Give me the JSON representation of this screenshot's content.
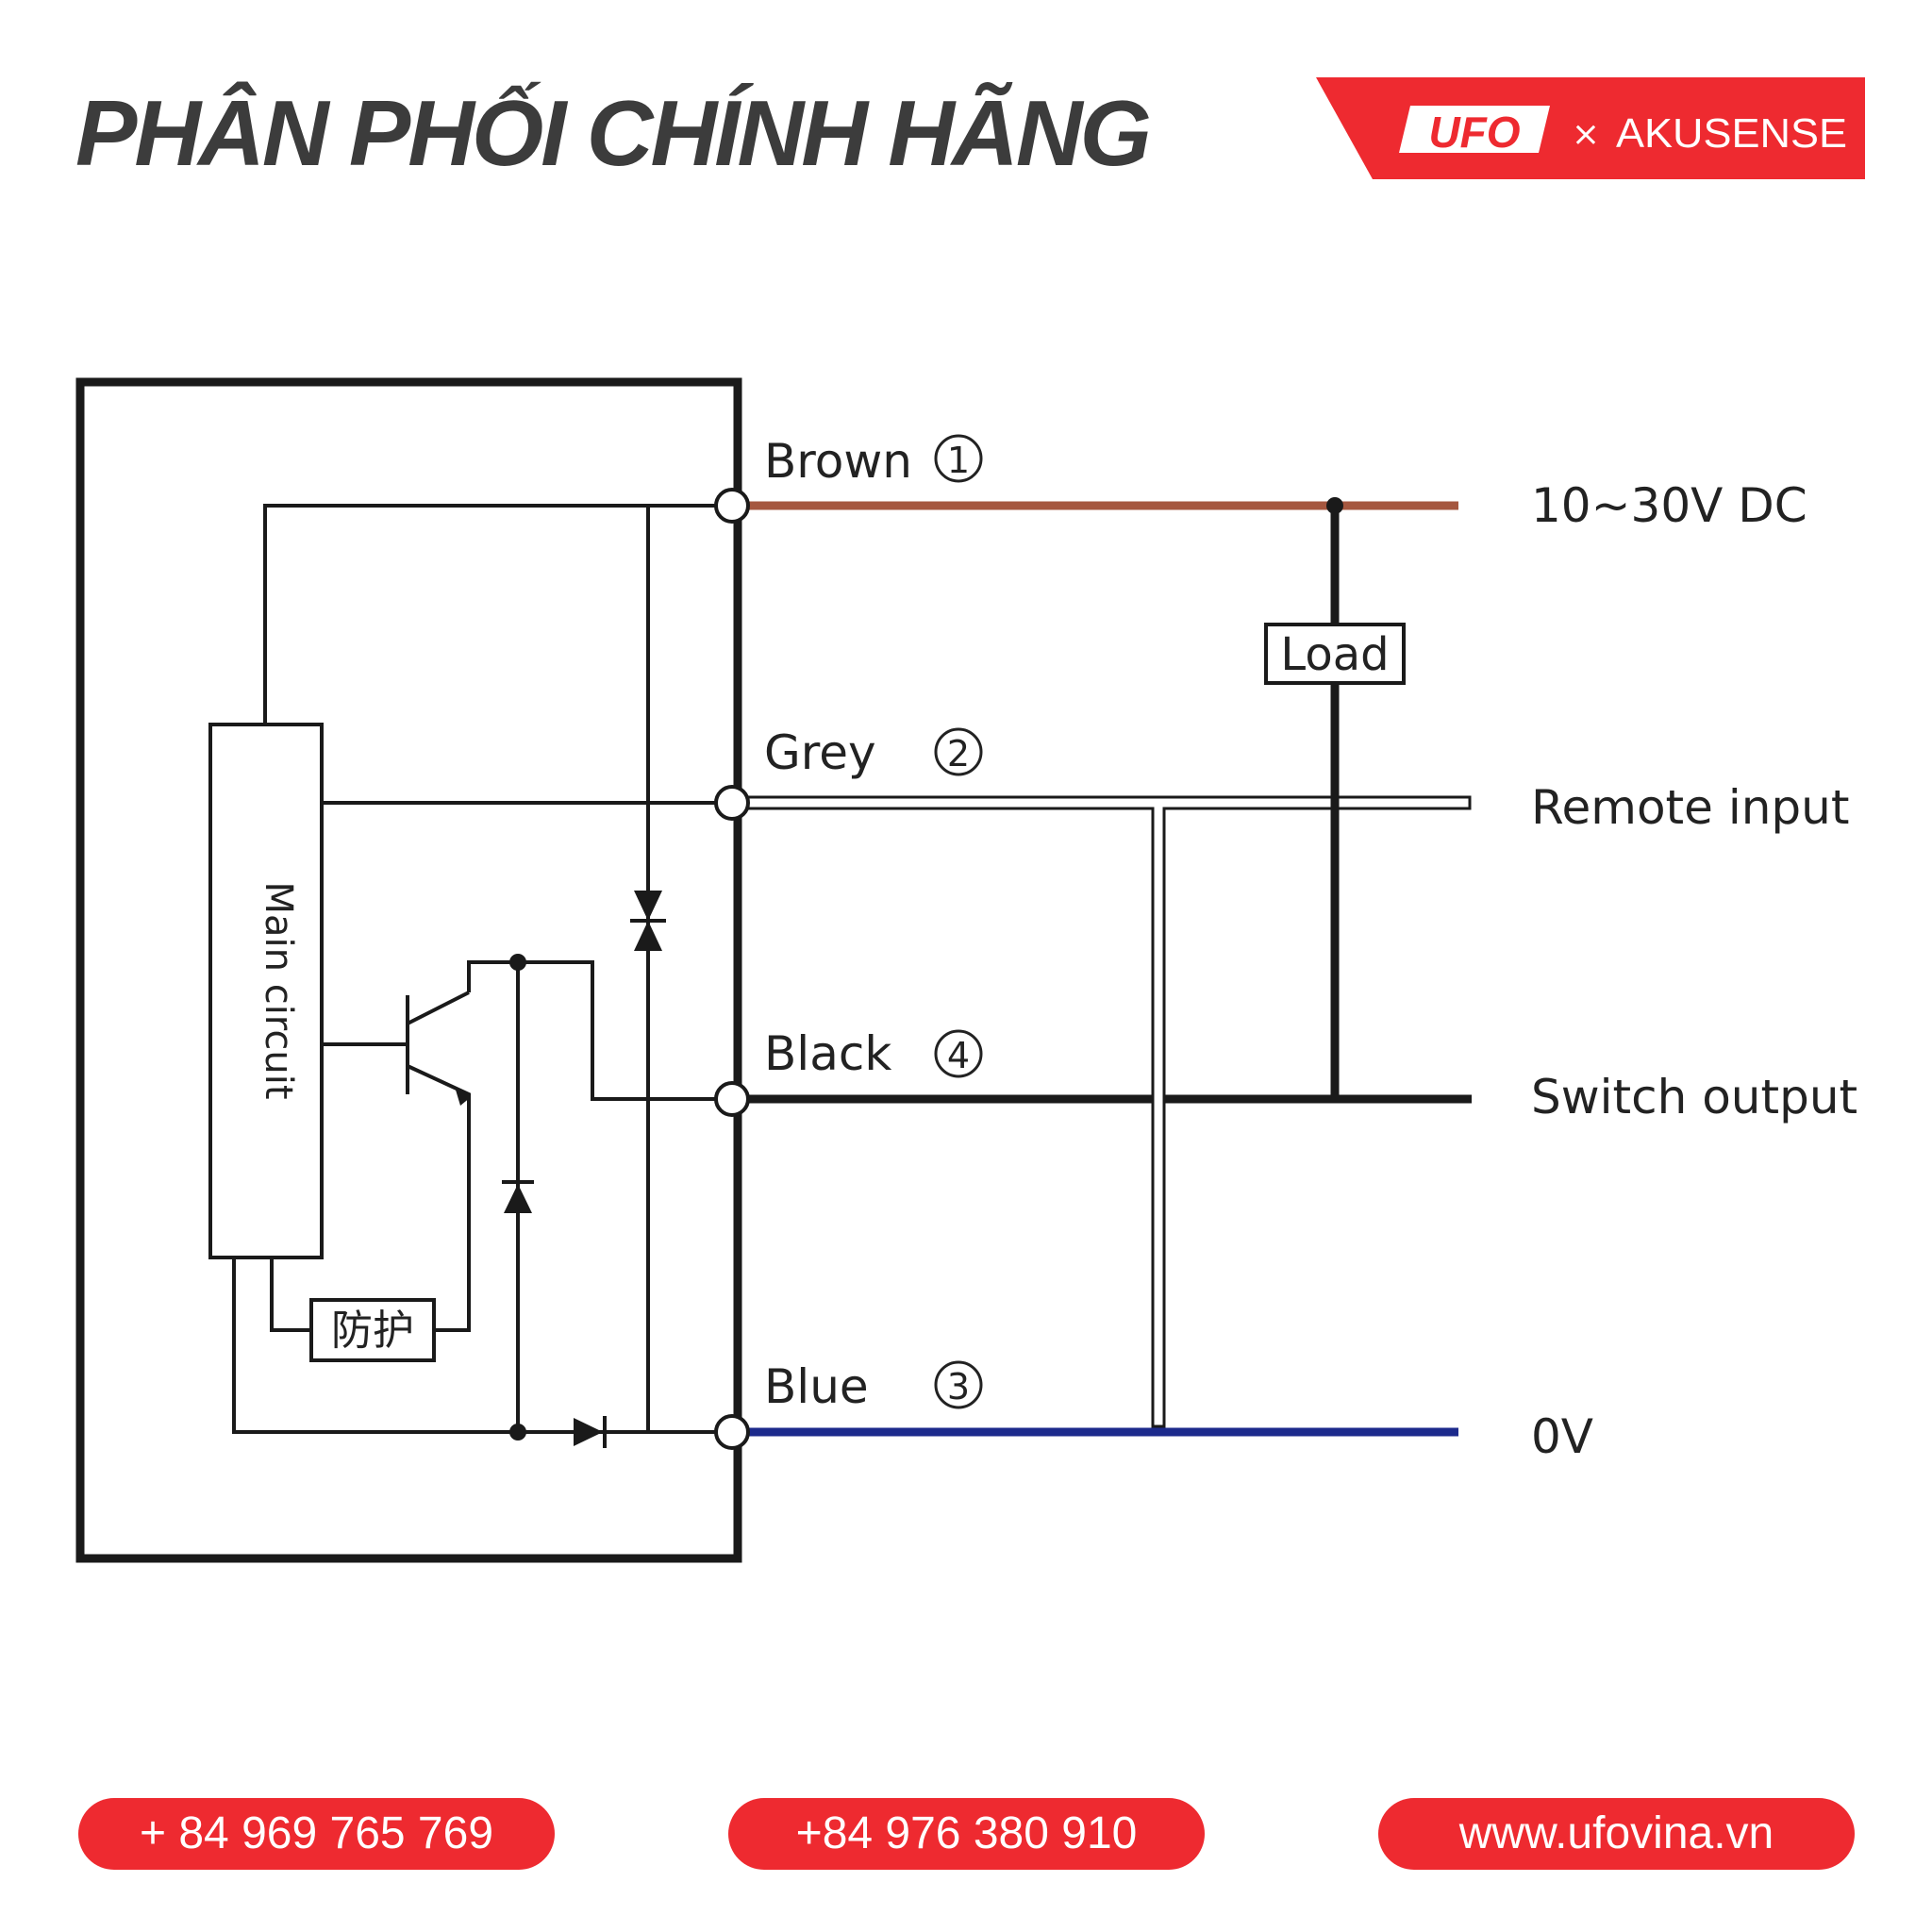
{
  "header": {
    "headline": "PHÂN PHỐI CHÍNH HÃNG",
    "brand_logo_text": "UFO",
    "brand_separator": "×",
    "brand_partner": "AKUSENSE",
    "banner_color": "#ee2a30"
  },
  "diagram": {
    "main_circuit_label": "Main circuit",
    "protection_label": "防护",
    "load_label": "Load",
    "wires": [
      {
        "name": "Brown",
        "pin": "1",
        "function": "10~30V DC",
        "color": "#a5573f"
      },
      {
        "name": "Grey",
        "pin": "2",
        "function": "Remote input",
        "color": "#ffffff"
      },
      {
        "name": "Black",
        "pin": "4",
        "function": "Switch output",
        "color": "#1a1a1a"
      },
      {
        "name": "Blue",
        "pin": "3",
        "function": "0V",
        "color": "#1c2a8c"
      }
    ]
  },
  "contacts": [
    {
      "text": "+ 84 969 765 769"
    },
    {
      "text": "+84 976 380 910"
    },
    {
      "text": "www.ufovina.vn"
    }
  ]
}
